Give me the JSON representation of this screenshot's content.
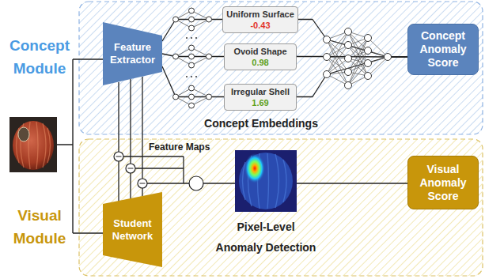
{
  "diagram": {
    "nodes": [
      {
        "text": [
          "Concept Module"
        ]
      },
      {
        "text": [
          "Feature Extractor"
        ],
        "in": 0
      },
      {
        "text": [
          "Uniform Surface",
          "-0.43"
        ],
        "in": 0
      },
      {
        "text": [
          "Ovoid Shape",
          "0.98"
        ],
        "in": 0
      },
      {
        "text": [
          "Irregular Shell",
          "1.69"
        ],
        "in": 0
      },
      {
        "text": [
          "Concept Anomaly Score"
        ],
        "in": 0
      },
      {
        "text": [
          "Visual Module"
        ]
      },
      {
        "text": [
          "Student Network"
        ],
        "in": 6
      },
      {
        "text": [
          "Visual Anomaly Score"
        ],
        "in": 6
      }
    ],
    "edges": [
      {
        "from": 1,
        "to": 2,
        "arrow": "none"
      },
      {
        "from": 1,
        "to": 3,
        "arrow": "none"
      },
      {
        "from": 1,
        "to": 4,
        "arrow": "none"
      },
      {
        "from": 2,
        "to": 5,
        "arrow": "none"
      },
      {
        "from": 3,
        "to": 5,
        "arrow": "none"
      },
      {
        "from": 4,
        "to": 5,
        "arrow": "none"
      },
      {
        "from": 7,
        "to": 8,
        "arrow": "none"
      }
    ],
    "labels": [
      "Concept Embeddings",
      "Feature Maps",
      "Pixel-Level Anomaly Detection"
    ]
  }
}
